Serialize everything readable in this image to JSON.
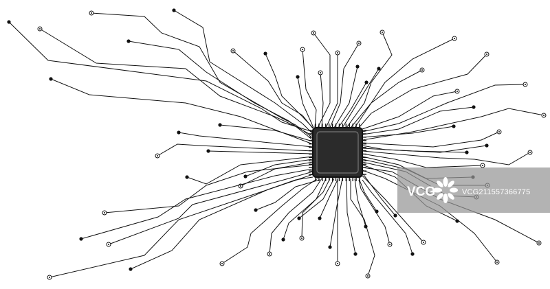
{
  "illustration": {
    "subject": "microchip-circuit-traces",
    "colors": {
      "line": "#111111",
      "chip": "#2b2b2b",
      "background": "#ffffff"
    }
  },
  "watermark": {
    "logo_text": "VCG",
    "image_id": "VCG211557366775",
    "color": "#ffffff"
  }
}
